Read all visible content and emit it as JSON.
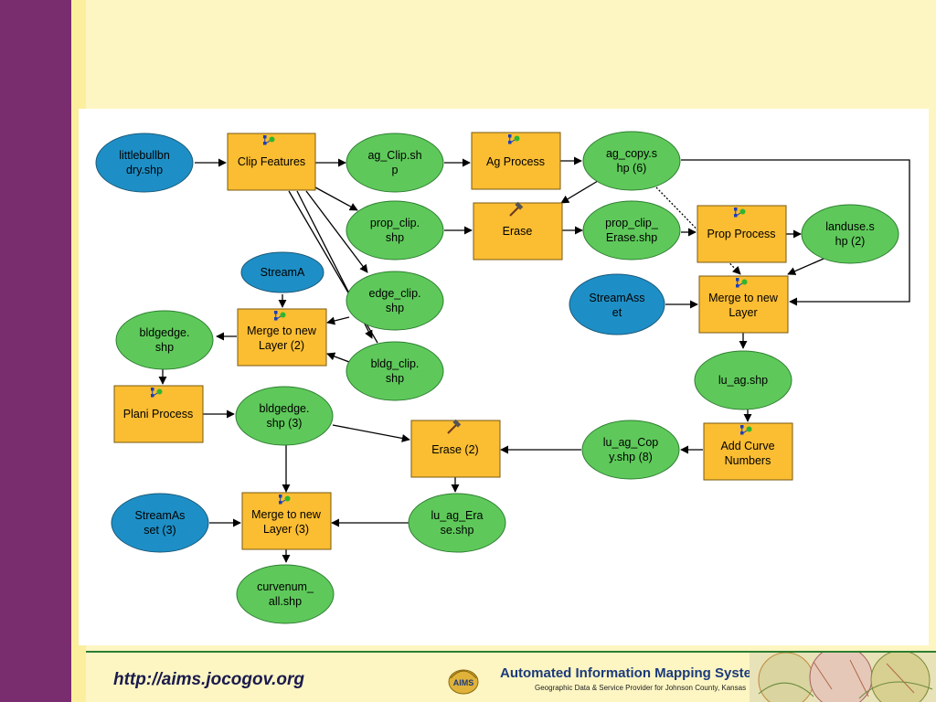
{
  "nodes": {
    "littlebullbndry": {
      "line1": "littlebullbn",
      "line2": "dry.shp"
    },
    "clip_features": {
      "line1": "Clip Features"
    },
    "ag_clip": {
      "line1": "ag_Clip.sh",
      "line2": "p"
    },
    "ag_process": {
      "line1": "Ag Process"
    },
    "ag_copy": {
      "line1": "ag_copy.s",
      "line2": "hp (6)"
    },
    "prop_clip": {
      "line1": "prop_clip.",
      "line2": "shp"
    },
    "erase": {
      "line1": "Erase"
    },
    "prop_clip_erase": {
      "line1": "prop_clip_",
      "line2": "Erase.shp"
    },
    "prop_process": {
      "line1": "Prop Process"
    },
    "landuse": {
      "line1": "landuse.s",
      "line2": "hp (2)"
    },
    "streama": {
      "line1": "StreamA"
    },
    "edge_clip": {
      "line1": "edge_clip.",
      "line2": "shp"
    },
    "streamasset": {
      "line1": "StreamAss",
      "line2": "et"
    },
    "merge_new_layer": {
      "line1": "Merge to new",
      "line2": "Layer"
    },
    "bldgedge": {
      "line1": "bldgedge.",
      "line2": "shp"
    },
    "merge_new_layer_2": {
      "line1": "Merge to new",
      "line2": "Layer (2)"
    },
    "bldg_clip": {
      "line1": "bldg_clip.",
      "line2": "shp"
    },
    "lu_ag": {
      "line1": "lu_ag.shp"
    },
    "plani_process": {
      "line1": "Plani Process"
    },
    "bldgedge_3": {
      "line1": "bldgedge.",
      "line2": "shp (3)"
    },
    "erase_2": {
      "line1": "Erase (2)"
    },
    "lu_ag_copy": {
      "line1": "lu_ag_Cop",
      "line2": "y.shp (8)"
    },
    "add_curve_numbers": {
      "line1": "Add Curve",
      "line2": "Numbers"
    },
    "streamasset_3": {
      "line1": "StreamAs",
      "line2": "set (3)"
    },
    "merge_new_layer_3": {
      "line1": "Merge to new",
      "line2": "Layer (3)"
    },
    "lu_ag_erase": {
      "line1": "lu_ag_Era",
      "line2": "se.shp"
    },
    "curvenum_all": {
      "line1": "curvenum_",
      "line2": "all.shp"
    }
  },
  "colors": {
    "input_data": "#1e8fc6",
    "derived_data": "#5ec95a",
    "tool": "#fbbd32",
    "sidebar": "#7a2d6e",
    "background": "#fdf6c3"
  },
  "footer": {
    "url": "http://aims.jocogov.org",
    "logo_text": "AIMS",
    "title": "Automated Information Mapping System",
    "subtitle": "Geographic Data & Service Provider for Johnson County, Kansas"
  }
}
